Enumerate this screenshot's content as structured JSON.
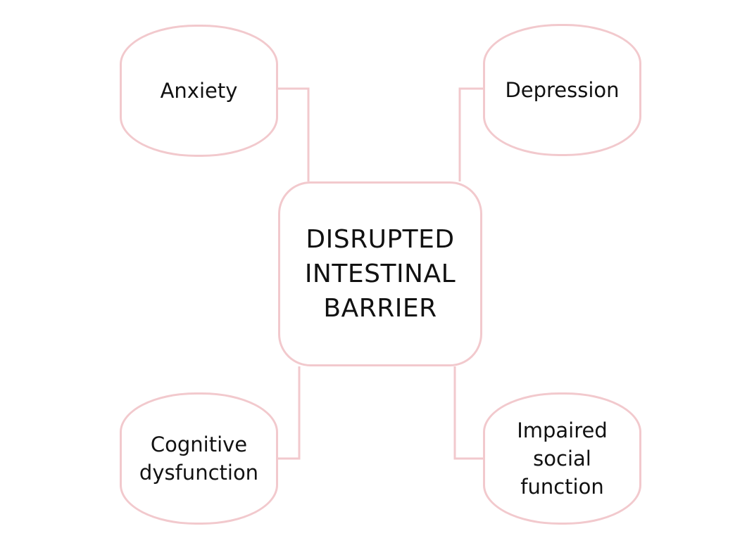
{
  "diagram": {
    "center": {
      "lines": [
        "DISRUPTED",
        "INTESTINAL",
        "BARRIER"
      ]
    },
    "nodes": {
      "anxiety": {
        "lines": [
          "Anxiety"
        ]
      },
      "depression": {
        "lines": [
          "Depression"
        ]
      },
      "cognitive": {
        "lines": [
          "Cognitive",
          "dysfunction"
        ]
      },
      "social": {
        "lines": [
          "Impaired",
          "social",
          "function"
        ]
      }
    },
    "colors": {
      "border": "#f2c9cd",
      "connector": "#f2c9cd",
      "text": "#111111",
      "background": "#ffffff"
    }
  }
}
